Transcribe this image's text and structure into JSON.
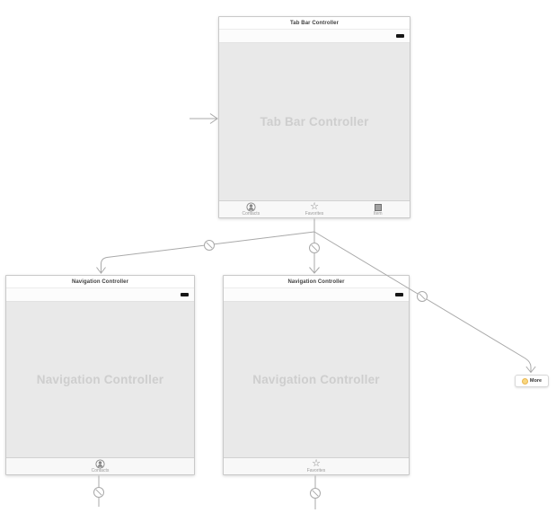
{
  "scenes": {
    "tab_bar_controller": {
      "title": "Tab Bar Controller",
      "watermark": "Tab Bar Controller",
      "tab_items": [
        {
          "label": "Contacts",
          "icon": "person-circle-icon"
        },
        {
          "label": "Favorites",
          "icon": "star-icon",
          "glyph": "☆"
        },
        {
          "label": "Item",
          "icon": "square-icon"
        }
      ]
    },
    "nav_controller_left": {
      "title": "Navigation Controller",
      "watermark": "Navigation Controller",
      "tab_item": {
        "label": "Contacts",
        "icon": "person-circle-icon"
      }
    },
    "nav_controller_middle": {
      "title": "Navigation Controller",
      "watermark": "Navigation Controller",
      "tab_item": {
        "label": "Favorites",
        "icon": "star-icon",
        "glyph": "☆"
      }
    }
  },
  "more_item": {
    "label": "More",
    "icon": "more-ellipsis-icon"
  },
  "connections": {
    "initial_arrow": "initial-view-controller-arrow",
    "badge": "relationship-segue-icon",
    "count_relationship_badges": 5
  },
  "colors": {
    "line": "#a9a9a9",
    "watermark_text": "#cecece",
    "scene_content": "#e9e9e9",
    "more_icon_fill": "#f8d780",
    "battery": "#161616"
  }
}
